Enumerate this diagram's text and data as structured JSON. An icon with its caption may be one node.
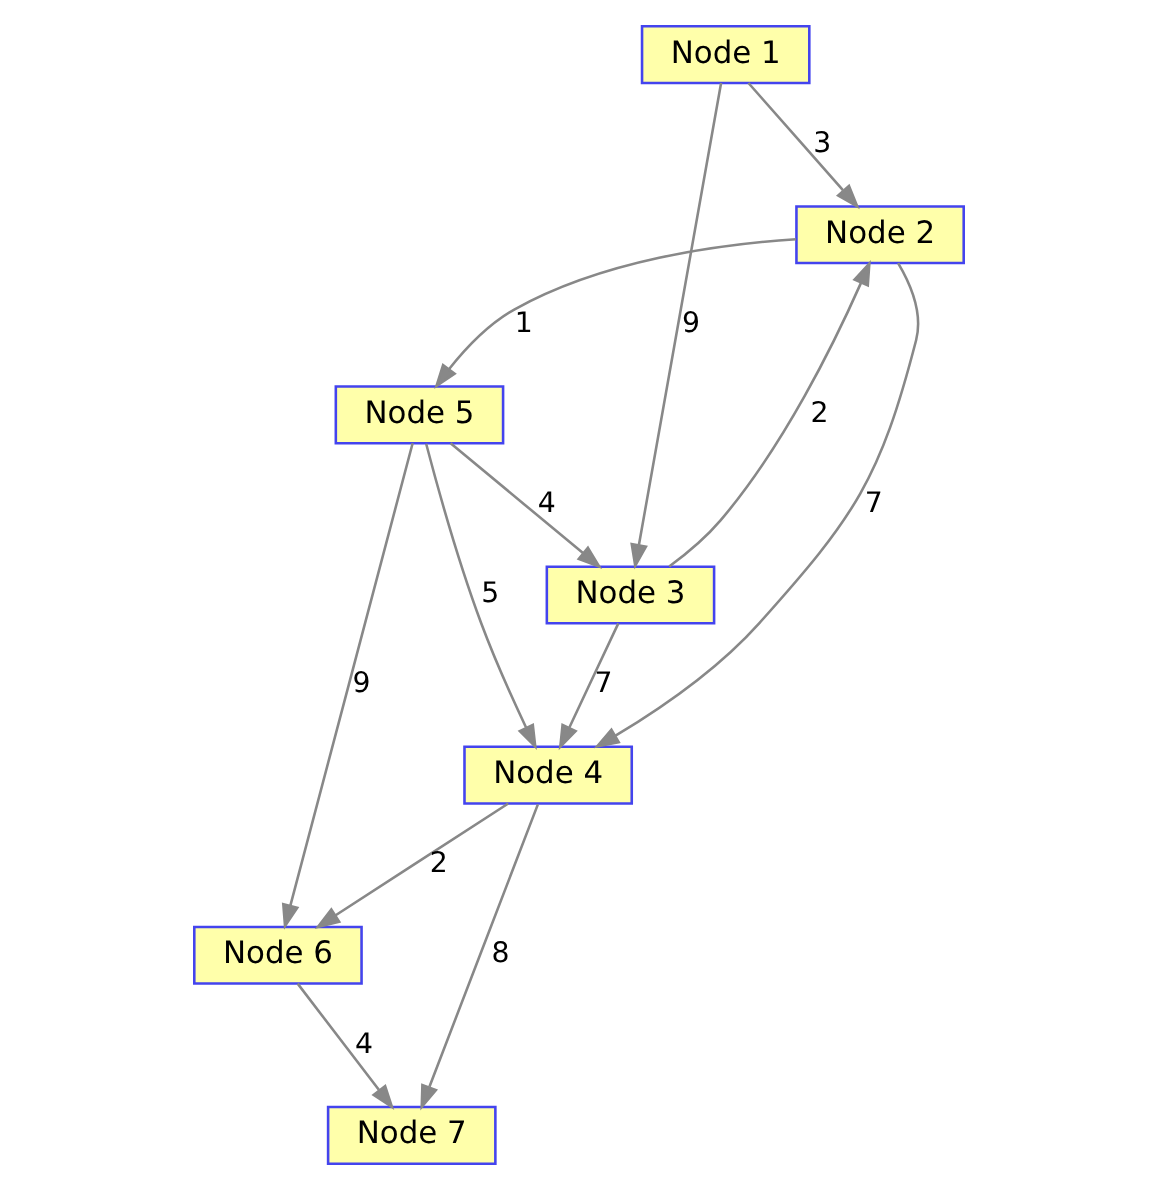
{
  "diagram": {
    "nodes": [
      {
        "text": [
          "Node 1"
        ]
      },
      {
        "text": [
          "Node 2"
        ]
      },
      {
        "text": [
          "Node 5"
        ]
      },
      {
        "text": [
          "Node 3"
        ]
      },
      {
        "text": [
          "Node 4"
        ]
      },
      {
        "text": [
          "Node 6"
        ]
      },
      {
        "text": [
          "Node 7"
        ]
      }
    ],
    "edges": [
      {
        "from": 0,
        "to": 1,
        "arrow": "to",
        "label": "3"
      },
      {
        "from": 0,
        "to": 3,
        "arrow": "to",
        "label": "9"
      },
      {
        "from": 1,
        "to": 2,
        "arrow": "to",
        "label": "1"
      },
      {
        "from": 3,
        "to": 1,
        "arrow": "to",
        "label": "2"
      },
      {
        "from": 1,
        "to": 4,
        "arrow": "to",
        "label": "7"
      },
      {
        "from": 2,
        "to": 3,
        "arrow": "to",
        "label": "4"
      },
      {
        "from": 2,
        "to": 4,
        "arrow": "to",
        "label": "5"
      },
      {
        "from": 2,
        "to": 5,
        "arrow": "to",
        "label": "9"
      },
      {
        "from": 3,
        "to": 4,
        "arrow": "to",
        "label": "7"
      },
      {
        "from": 4,
        "to": 5,
        "arrow": "to",
        "label": "2"
      },
      {
        "from": 4,
        "to": 6,
        "arrow": "to",
        "label": "8"
      },
      {
        "from": 5,
        "to": 6,
        "arrow": "to",
        "label": "4"
      }
    ]
  }
}
